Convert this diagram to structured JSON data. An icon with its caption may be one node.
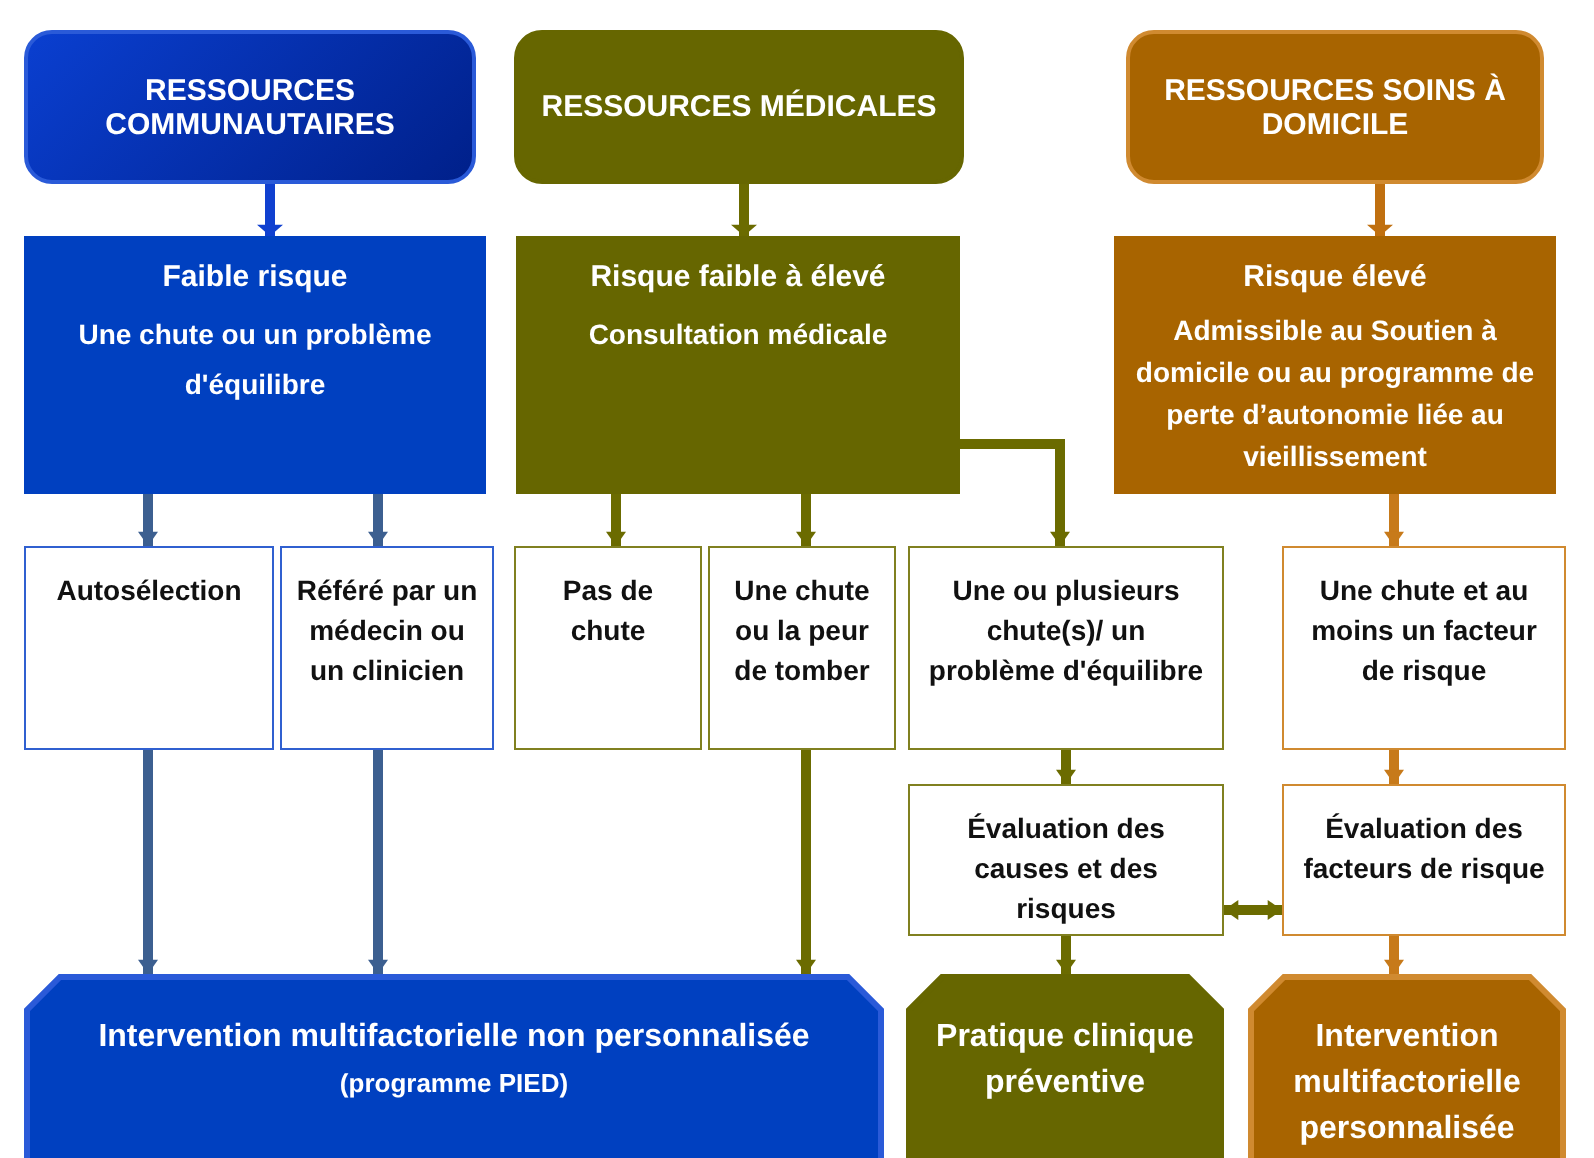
{
  "diagram": {
    "nodes": [
      {
        "text": [
          "RESSOURCES COMMUNAUTAIRES"
        ]
      },
      {
        "text": [
          "RESSOURCES MÉDICALES"
        ]
      },
      {
        "text": [
          "RESSOURCES SOINS À DOMICILE"
        ]
      },
      {
        "text": [
          "Faible risque",
          "Une chute ou un problème d'équilibre"
        ]
      },
      {
        "text": [
          "Risque faible à élevé",
          "Consultation médicale"
        ]
      },
      {
        "text": [
          "Risque élevé",
          "Admissible au Soutien à domicile ou au programme de perte d’autonomie liée au vieillissement"
        ]
      },
      {
        "text": [
          "Autosélection"
        ]
      },
      {
        "text": [
          "Référé par un médecin ou un clinicien"
        ]
      },
      {
        "text": [
          "Pas de chute"
        ]
      },
      {
        "text": [
          "Une chute ou la peur de tomber"
        ]
      },
      {
        "text": [
          "Une ou plusieurs chute(s)/ un problème d'équilibre"
        ]
      },
      {
        "text": [
          "Une chute et au moins un facteur de risque"
        ]
      },
      {
        "text": [
          "Évaluation des causes et des risques"
        ]
      },
      {
        "text": [
          "Évaluation des facteurs de risque"
        ]
      },
      {
        "text": [
          "Intervention multifactorielle non personnalisée",
          "(programme PIED)"
        ]
      },
      {
        "text": [
          "Pratique clinique préventive"
        ]
      },
      {
        "text": [
          "Intervention multifactorielle personnalisée"
        ]
      }
    ],
    "edges": [
      {
        "from": 0,
        "to": 3,
        "arrow": "to",
        "color": "#1040d0"
      },
      {
        "from": 1,
        "to": 4,
        "arrow": "to",
        "color": "#6b6b00"
      },
      {
        "from": 2,
        "to": 5,
        "arrow": "to",
        "color": "#c07010"
      },
      {
        "from": 3,
        "to": 6,
        "arrow": "to",
        "color": "#3c5f90"
      },
      {
        "from": 3,
        "to": 7,
        "arrow": "to",
        "color": "#3c5f90"
      },
      {
        "from": 4,
        "to": 8,
        "arrow": "to",
        "color": "#6b6b00"
      },
      {
        "from": 4,
        "to": 9,
        "arrow": "to",
        "color": "#6b6b00"
      },
      {
        "from": 4,
        "to": 10,
        "arrow": "to",
        "color": "#6b6b00"
      },
      {
        "from": 5,
        "to": 11,
        "arrow": "to",
        "color": "#c77a1a"
      },
      {
        "from": 6,
        "to": 14,
        "arrow": "to",
        "color": "#3c5f90"
      },
      {
        "from": 7,
        "to": 14,
        "arrow": "to",
        "color": "#3c5f90"
      },
      {
        "from": 9,
        "to": 14,
        "arrow": "to",
        "color": "#6b6b00"
      },
      {
        "from": 10,
        "to": 12,
        "arrow": "to",
        "color": "#6b6b00"
      },
      {
        "from": 11,
        "to": 13,
        "arrow": "to",
        "color": "#c77a1a"
      },
      {
        "from": 12,
        "to": 13,
        "arrow": "both",
        "color": "#6b6b00"
      },
      {
        "from": 12,
        "to": 15,
        "arrow": "to",
        "color": "#6b6b00"
      },
      {
        "from": 13,
        "to": 16,
        "arrow": "to",
        "color": "#c77a1a"
      }
    ]
  }
}
